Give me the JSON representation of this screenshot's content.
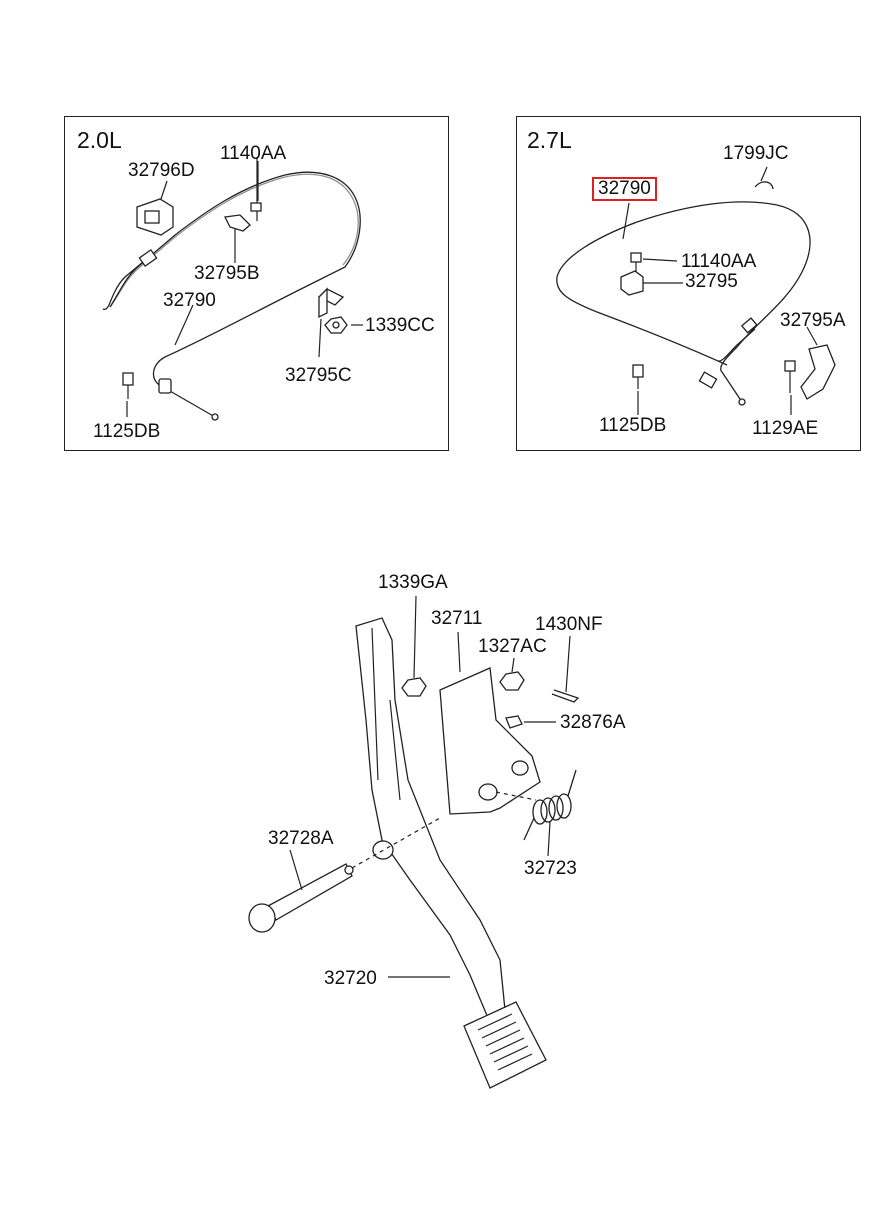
{
  "colors": {
    "line": "#222222",
    "highlight": "#e02020",
    "background": "#ffffff"
  },
  "panel_left": {
    "engine": "2.0L",
    "labels": {
      "p32796D": "32796D",
      "p1140AA": "1140AA",
      "p32795B": "32795B",
      "p32790": "32790",
      "p1339CC": "1339CC",
      "p32795C": "32795C",
      "p1125DB": "1125DB"
    }
  },
  "panel_right": {
    "engine": "2.7L",
    "labels": {
      "p32790": "32790",
      "p1799JC": "1799JC",
      "p11140AA": "11140AA",
      "p32795": "32795",
      "p32795A": "32795A",
      "p1125DB": "1125DB",
      "p1129AE": "1129AE"
    },
    "highlighted": "32790"
  },
  "pedal_assembly": {
    "labels": {
      "p1339GA": "1339GA",
      "p32711": "32711",
      "p1430NF": "1430NF",
      "p1327AC": "1327AC",
      "p32876A": "32876A",
      "p32728A": "32728A",
      "p32723": "32723",
      "p32720": "32720"
    }
  }
}
